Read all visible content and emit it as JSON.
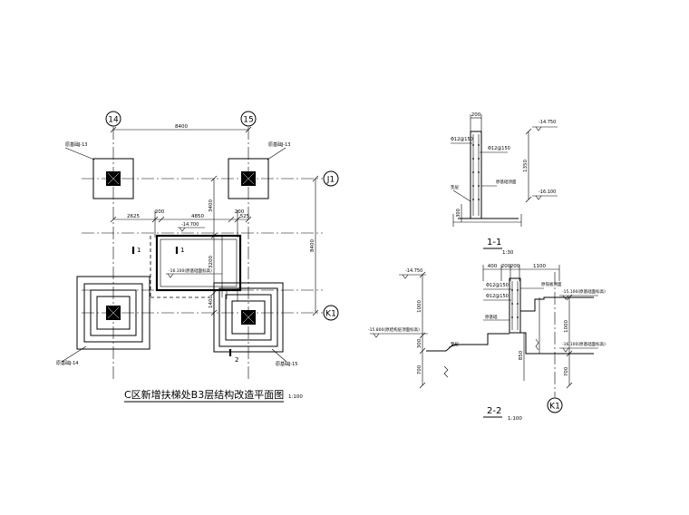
{
  "plan": {
    "grid_labels": {
      "col14": "14",
      "col15": "15",
      "rowJ1": "J1",
      "rowK1": "K1"
    },
    "dims": {
      "span_14_15": "8400",
      "d2625": "2625",
      "d200a": "200",
      "d4850": "4850",
      "d200b": "200",
      "d525": "525",
      "v3400": "3400",
      "v3200": "3200",
      "v1400": "1400",
      "v8400": "8400"
    },
    "labels": {
      "fdn_tl": "原基础J-13",
      "fdn_tr": "原基础J-13",
      "fdn_bl": "原基础J-14",
      "fdn_br": "原基础J-15",
      "elev_top": "-14.700",
      "elev_pit": "-16.100(原基础面标高)",
      "sec1_left": "1",
      "sec1_right": "1",
      "sec2": "2"
    },
    "title": "C区新增扶梯处B3层结构改造平面图",
    "scale": "1:100"
  },
  "section_1": {
    "dims": {
      "w200": "200",
      "h1350": "1350",
      "h300": "300"
    },
    "labels": {
      "rebar_a": "Φ12@150",
      "rebar_b": "Φ12@150",
      "elev_top": "-14.750",
      "elev_bot": "-16.100",
      "note_left": "垫层",
      "note_right": "原基础顶面"
    },
    "title": "1-1",
    "scale": "1:30"
  },
  "section_2": {
    "dims": {
      "w400": "400",
      "w200a": "200",
      "w200b": "200",
      "w1100": "1100",
      "h1000l": "1000",
      "h300": "300",
      "h700l": "700",
      "h850": "850",
      "h1000r": "1000",
      "h700r": "700"
    },
    "labels": {
      "elev_14750": "-14.750",
      "elev_15800": "-15.800(原结构层顶面标高)",
      "elev_15100": "-15.100(原基础面标高)",
      "elev_16100": "-16.100(原基础面标高)",
      "rebar_a": "Φ12@150",
      "rebar_b": "Φ12@150",
      "note_a": "原筏板顶面",
      "note_b": "垫层",
      "note_c": "原基础",
      "grid_k1": "K1"
    },
    "title": "2-2",
    "scale": "1:100"
  }
}
